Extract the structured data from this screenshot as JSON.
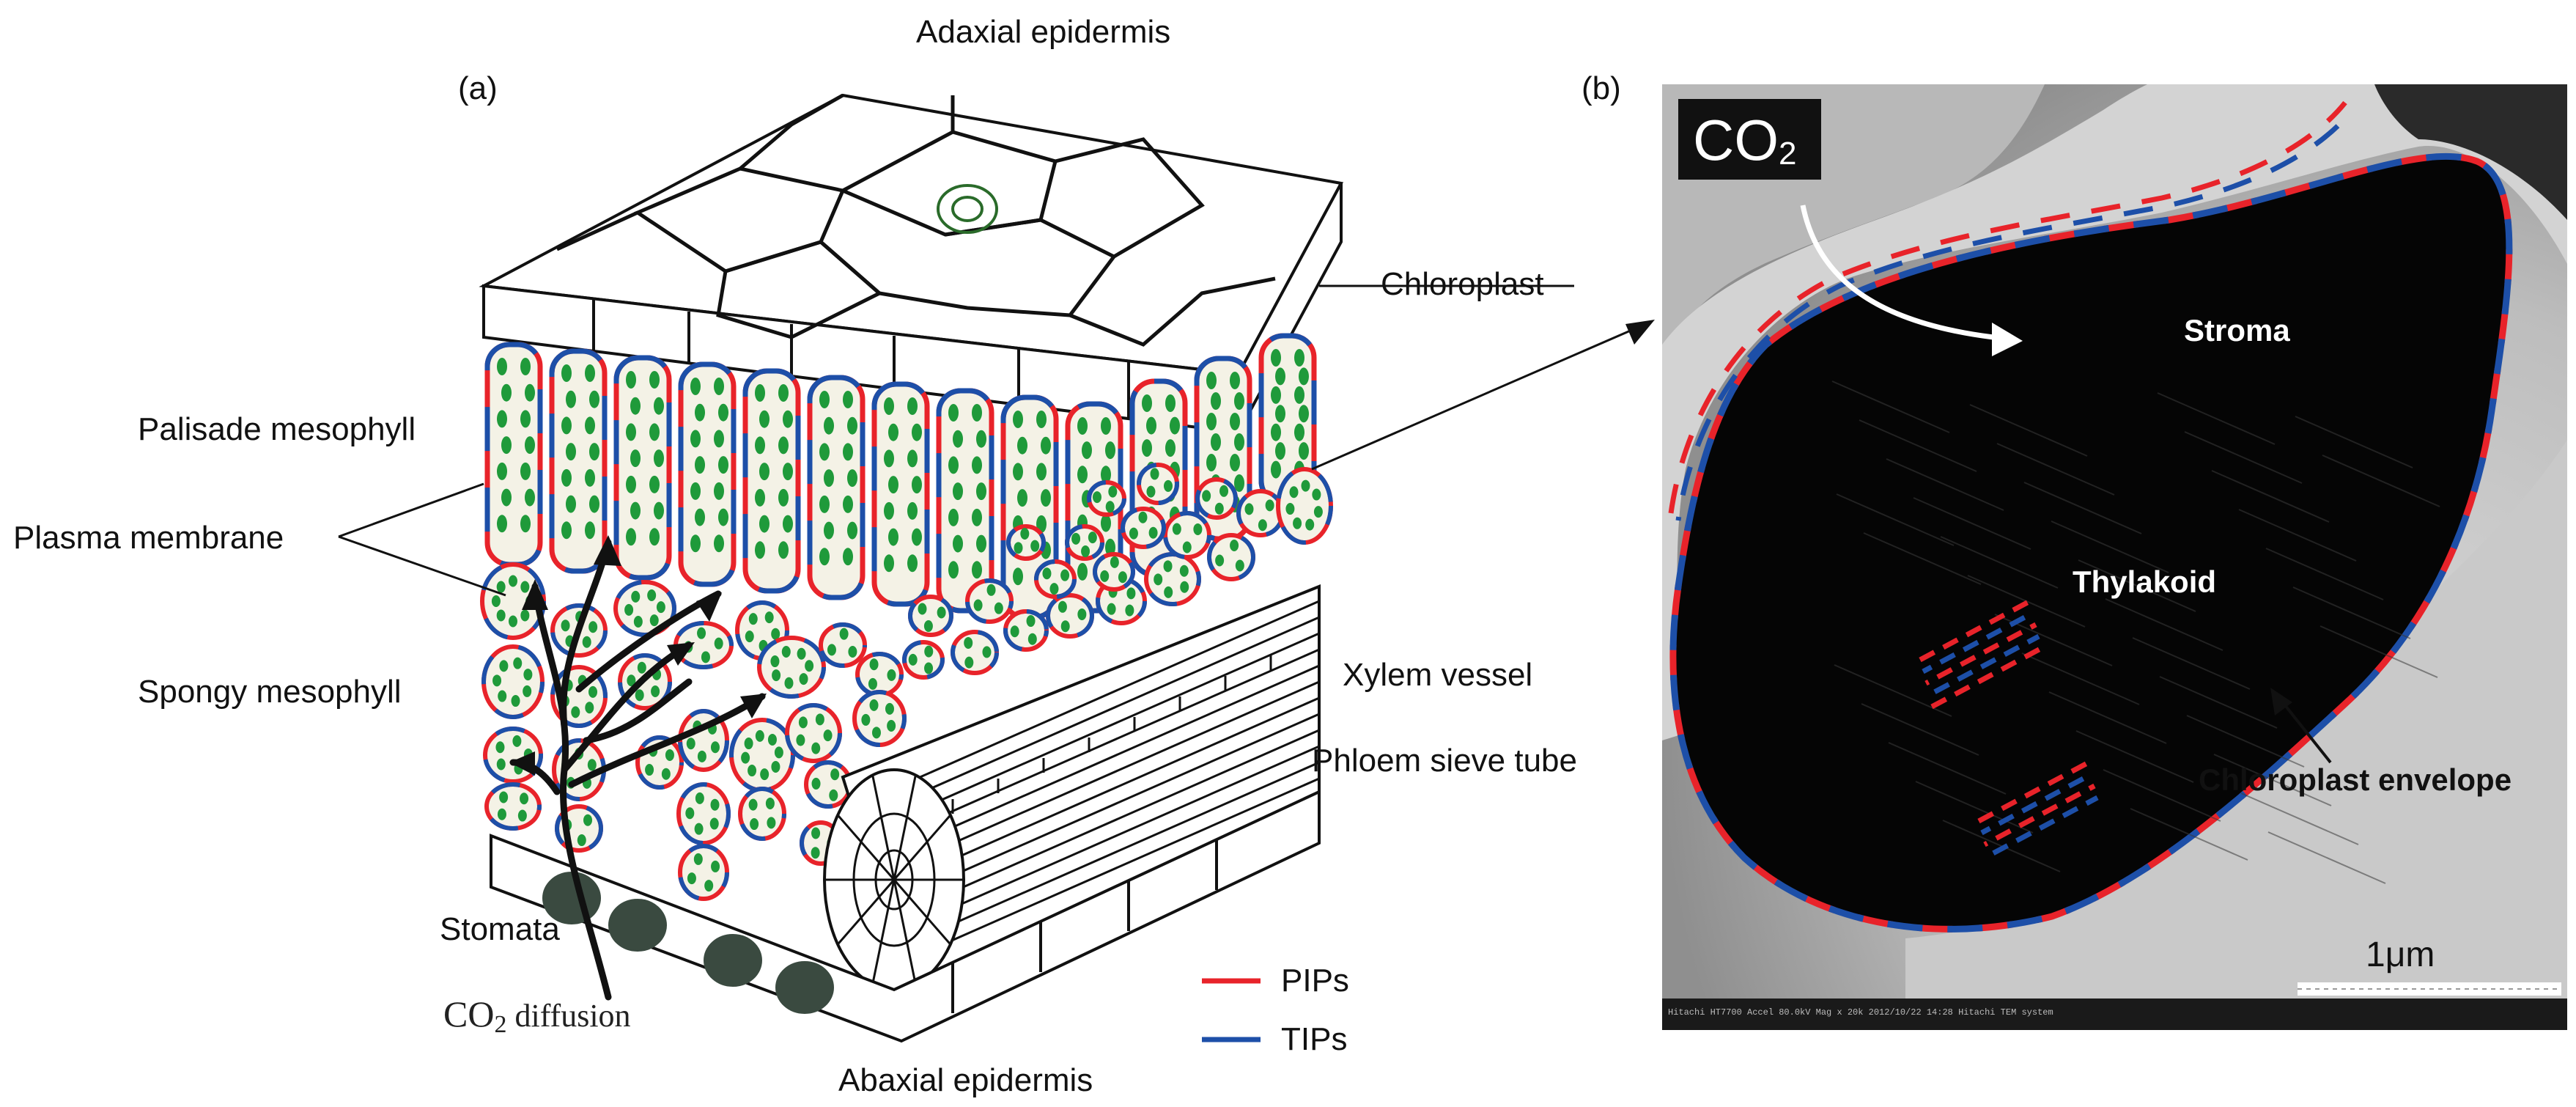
{
  "panel_a": {
    "letter": "(a)",
    "labels": {
      "adaxial": "Adaxial epidermis",
      "palisade": "Palisade mesophyll",
      "plasma": "Plasma membrane",
      "spongy": "Spongy mesophyll",
      "chloroplast": "Chloroplast",
      "xylem": "Xylem vessel",
      "phloem": "Phloem sieve tube",
      "stomata": "Stomata",
      "co2_main": "CO",
      "co2_sub": "2",
      "co2_rest": " diffusion",
      "abaxial": "Abaxial epidermis"
    },
    "legend": [
      {
        "label": "PIPs",
        "color": "#e8232a"
      },
      {
        "label": "TIPs",
        "color": "#1d4fa8"
      }
    ]
  },
  "panel_b": {
    "letter": "(b)",
    "co2_main": "CO",
    "co2_sub": "2",
    "stroma": "Stroma",
    "thylakoid": "Thylakoid",
    "envelope": "Chloroplast envelope",
    "scale": "1μm",
    "micro_caption": "Hitachi HT7700 Accel 80.0kV Mag x 20k 2012/10/22 14:28 Hitachi TEM system"
  },
  "colors": {
    "pips": "#e8232a",
    "tips": "#1d4fa8",
    "chloroplast_green": "#1f9a3a",
    "cell_fill": "#f4f2e6"
  }
}
